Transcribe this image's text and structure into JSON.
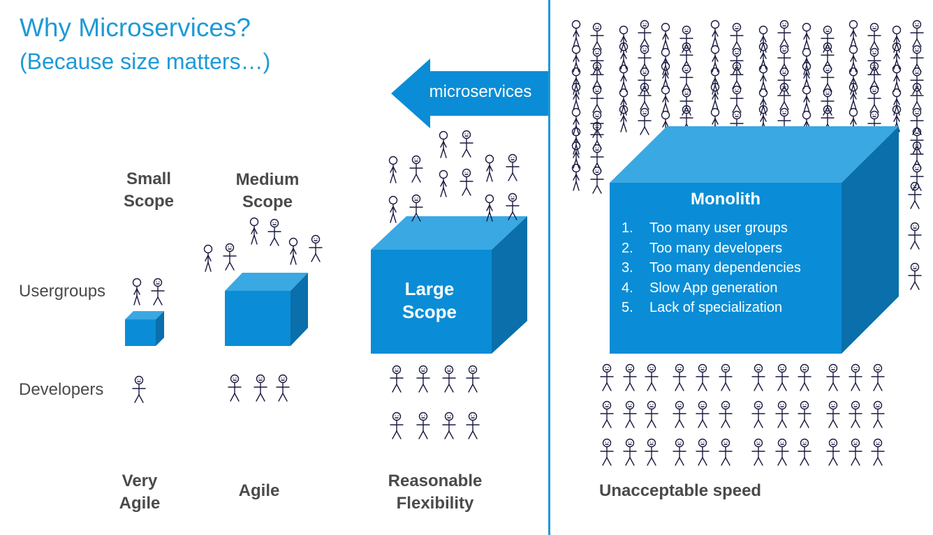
{
  "title": "Why Microservices?",
  "subtitle": "(Because size matters…)",
  "arrow": {
    "label": "microservices"
  },
  "columns": {
    "small": {
      "header_line1": "Small",
      "header_line2": "Scope",
      "caption_line1": "Very",
      "caption_line2": "Agile"
    },
    "medium": {
      "header_line1": "Medium",
      "header_line2": "Scope",
      "caption_line1": "Agile"
    },
    "large": {
      "box_line1": "Large",
      "box_line2": "Scope",
      "caption_line1": "Reasonable",
      "caption_line2": "Flexibility"
    },
    "monolith": {
      "box_title": "Monolith",
      "items": [
        {
          "num": "1.",
          "text": "Too many user groups"
        },
        {
          "num": "2.",
          "text": "Too many developers"
        },
        {
          "num": "3.",
          "text": "Too many dependencies"
        },
        {
          "num": "4.",
          "text": "Slow App generation"
        },
        {
          "num": "5.",
          "text": "Lack of specialization"
        }
      ],
      "caption_line1": "Unacceptable speed"
    }
  },
  "row_labels": {
    "usergroups": "Usergroups",
    "developers": "Developers"
  },
  "colors": {
    "accent": "#1E9AD6",
    "box_front": "#0A8DD6",
    "box_top": "#3AA8E2",
    "box_side": "#0A6FAB",
    "text": "#4a4a4a",
    "figure": "#1a1a40"
  },
  "icons": {
    "usergroup_figure": "stick-figure-icon",
    "developer_figure": "developer-figure-icon"
  }
}
